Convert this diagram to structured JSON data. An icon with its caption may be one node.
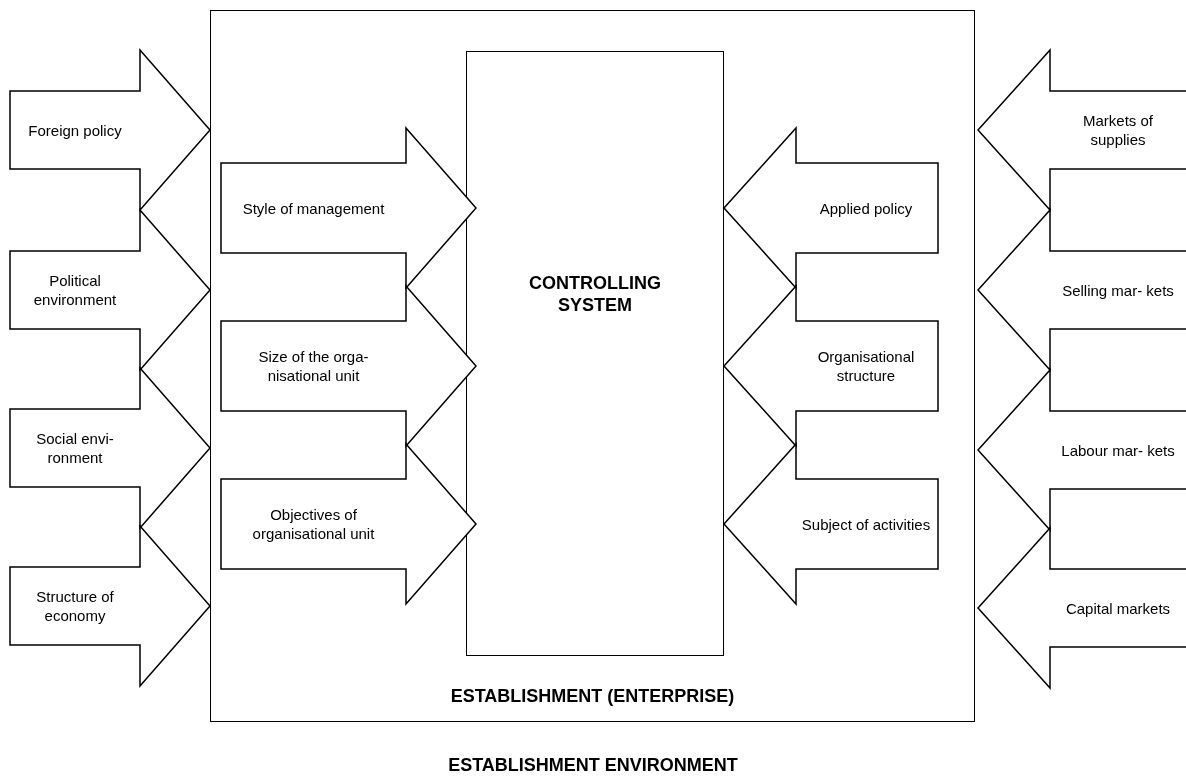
{
  "diagram": {
    "nodes": [
      {
        "text": [
          "ESTABLISHMENT (ENTERPRISE)"
        ]
      },
      {
        "text": [
          "CONTROLLING SYSTEM"
        ],
        "in": 0
      },
      {
        "text": [
          "Style of management"
        ],
        "in": 0
      },
      {
        "text": [
          "Size of the orga- nisational unit"
        ],
        "in": 0
      },
      {
        "text": [
          "Objectives of organisational unit"
        ],
        "in": 0
      },
      {
        "text": [
          "Applied policy"
        ],
        "in": 0
      },
      {
        "text": [
          "Organisational structure"
        ],
        "in": 0
      },
      {
        "text": [
          "Subject of activities"
        ],
        "in": 0
      },
      {
        "text": [
          "Foreign policy"
        ]
      },
      {
        "text": [
          "Political environment"
        ]
      },
      {
        "text": [
          "Social envi- ronment"
        ]
      },
      {
        "text": [
          "Structure of economy"
        ]
      },
      {
        "text": [
          "Markets of supplies"
        ]
      },
      {
        "text": [
          "Selling mar- kets"
        ]
      },
      {
        "text": [
          "Labour mar- kets"
        ]
      },
      {
        "text": [
          "Capital markets"
        ]
      }
    ],
    "labels": [
      "ESTABLISHMENT ENVIRONMENT"
    ]
  }
}
